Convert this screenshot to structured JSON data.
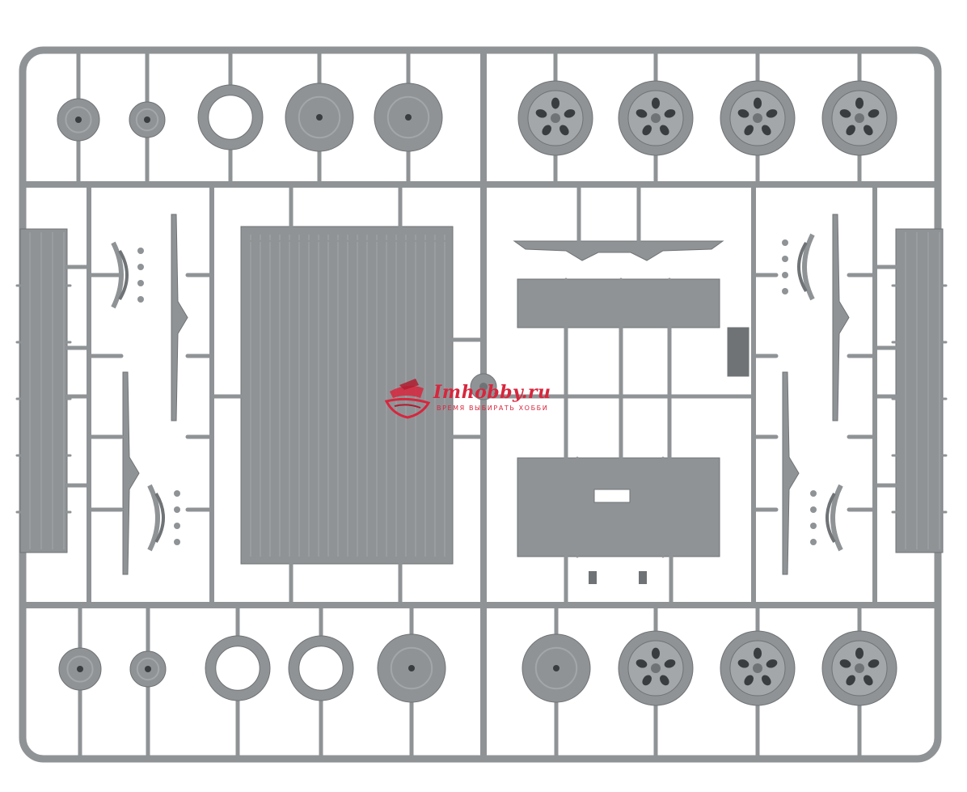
{
  "photo": {
    "subject": "Plastic model kit sprue",
    "colors": {
      "background": "#ffffff",
      "plastic": "#8f9396",
      "plastic_light": "#a3a7aa",
      "plastic_dark": "#6f7376",
      "hole": "#3a3d40",
      "watermark": "#d7263d"
    }
  },
  "watermark": {
    "brand": "Imhobby.ru",
    "slogan": "ВРЕМЯ ВЫБИРАТЬ ХОББИ",
    "logo_icon": "ship-logo-icon"
  }
}
